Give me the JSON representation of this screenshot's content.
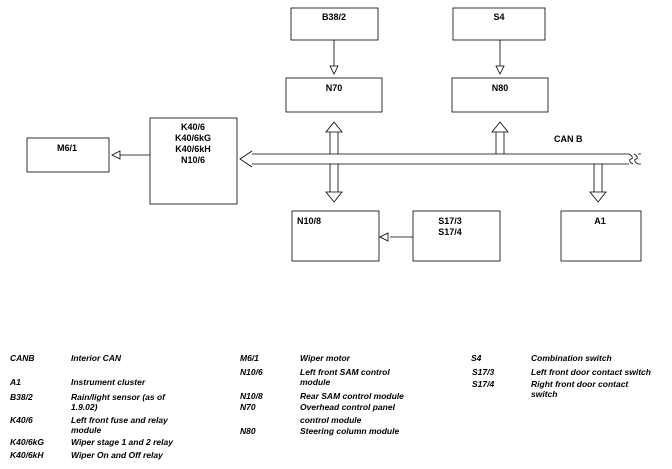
{
  "diagram": {
    "bus_label": "CAN B",
    "nodes": {
      "b38_2": "B38/2",
      "s4": "S4",
      "n70": "N70",
      "n80": "N80",
      "m6_1": "M6/1",
      "k40_stack": [
        "K40/6",
        "K40/6kG",
        "K40/6kH",
        "N10/6"
      ],
      "n10_8": "N10/8",
      "s17": [
        "S17/3",
        "S17/4"
      ],
      "a1": "A1"
    }
  },
  "legend": {
    "col1": [
      {
        "code": "CANB",
        "desc": [
          "Interior CAN"
        ]
      },
      {
        "code": "A1",
        "desc": [
          "Instrument cluster"
        ]
      },
      {
        "code": "B38/2",
        "desc": [
          "Rain/light sensor (as of",
          "1.9.02)"
        ]
      },
      {
        "code": "K40/6",
        "desc": [
          "Left front fuse and relay",
          "module"
        ]
      },
      {
        "code": "K40/6kG",
        "desc": [
          "Wiper stage 1 and 2 relay"
        ]
      },
      {
        "code": "K40/6kH",
        "desc": [
          "Wiper On and Off relay"
        ]
      }
    ],
    "col2": [
      {
        "code": "M6/1",
        "desc": [
          "Wiper motor"
        ]
      },
      {
        "code": "N10/6",
        "desc": [
          "Left front SAM control",
          "module"
        ]
      },
      {
        "code": "N10/8",
        "desc": [
          "Rear SAM control module"
        ]
      },
      {
        "code": "N70",
        "desc": [
          "Overhead control panel",
          "control module"
        ]
      },
      {
        "code": "N80",
        "desc": [
          "Steering column module"
        ]
      }
    ],
    "col3": [
      {
        "code": "S4",
        "desc": [
          "Combination switch"
        ]
      },
      {
        "code": "S17/3",
        "desc": [
          "Left front door contact switch"
        ]
      },
      {
        "code": "S17/4",
        "desc": [
          "Right front door contact",
          "switch"
        ]
      }
    ]
  }
}
